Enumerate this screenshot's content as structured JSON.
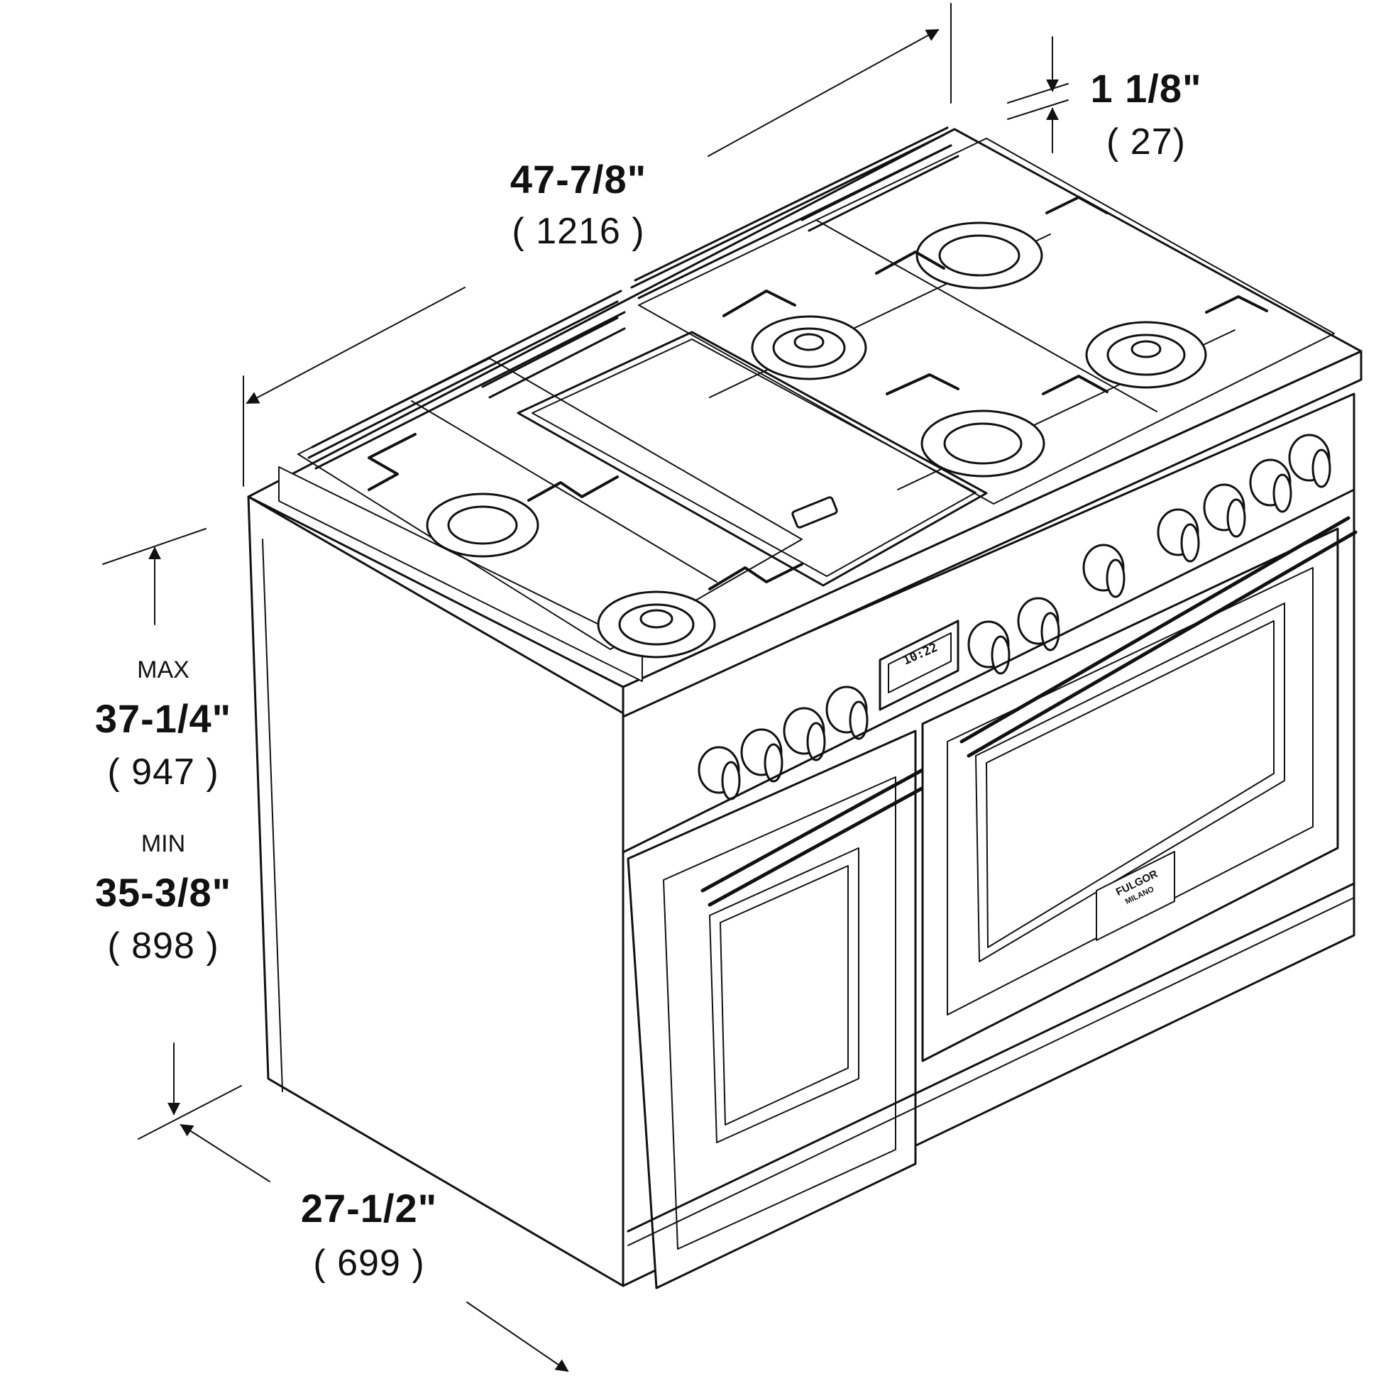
{
  "dimensions": {
    "width": {
      "inches": "47-7/8\"",
      "mm": "( 1216 )"
    },
    "top_edge": {
      "inches": "1 1/8\"",
      "mm": "( 27)"
    },
    "depth": {
      "inches": "27-1/2\"",
      "mm": "( 699 )"
    },
    "height_max": {
      "tag": "MAX",
      "inches": "37-1/4\"",
      "mm": "( 947 )"
    },
    "height_min": {
      "tag": "MIN",
      "inches": "35-3/8\"",
      "mm": "( 898 )"
    }
  },
  "appliance": {
    "clock": "10:22",
    "badge_line1": "FULGOR",
    "badge_line2": "MILANO"
  },
  "colors": {
    "line": "#111111",
    "background": "#ffffff"
  }
}
